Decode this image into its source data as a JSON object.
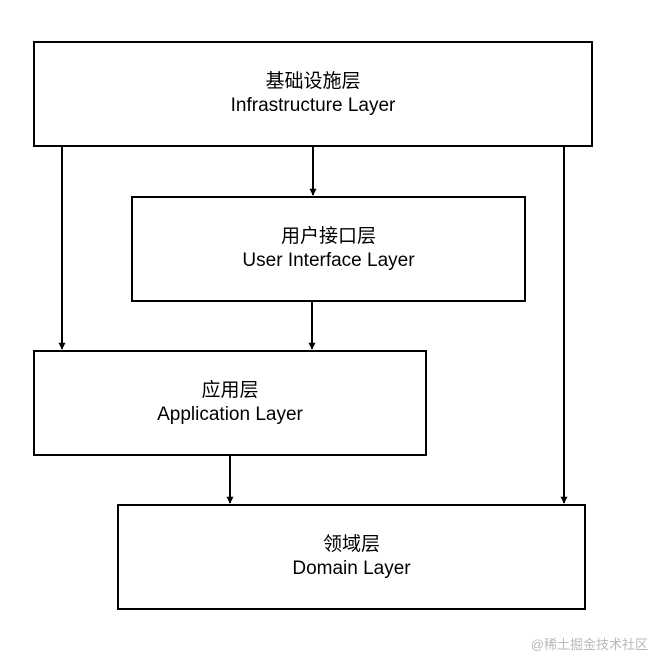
{
  "nodes": {
    "infrastructure": {
      "label_zh": "基础设施层",
      "label_en": "Infrastructure Layer"
    },
    "user_interface": {
      "label_zh": "用户接口层",
      "label_en": "User Interface Layer"
    },
    "application": {
      "label_zh": "应用层",
      "label_en": "Application Layer"
    },
    "domain": {
      "label_zh": "领域层",
      "label_en": "Domain Layer"
    }
  },
  "edges": [
    {
      "from": "infrastructure",
      "to": "user_interface"
    },
    {
      "from": "infrastructure",
      "to": "application"
    },
    {
      "from": "infrastructure",
      "to": "domain"
    },
    {
      "from": "user_interface",
      "to": "application"
    },
    {
      "from": "application",
      "to": "domain"
    }
  ],
  "watermark": "@稀土掘金技术社区",
  "colors": {
    "stroke": "#000000",
    "background": "#ffffff",
    "watermark": "#b9b9b9"
  }
}
